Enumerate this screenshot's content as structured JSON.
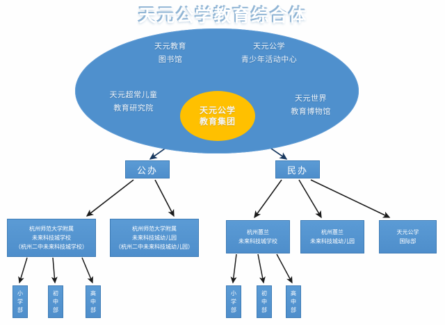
{
  "title": "天元公学教育综合体",
  "hub": {
    "core": {
      "line1": "天元公学",
      "line2": "教育集团"
    },
    "labels": [
      {
        "name": "tianyuan-education-library",
        "line1": "天元教育",
        "line2": "图书馆"
      },
      {
        "name": "tianyuan-youth-center",
        "line1": "天元公学",
        "line2": "青少年活动中心"
      },
      {
        "name": "gifted-children-institute",
        "line1": "天元超常儿童",
        "line2": "教育研究院"
      },
      {
        "name": "world-education-museum",
        "line1": "天元世界",
        "line2": "教育博物馆"
      }
    ]
  },
  "tier2": [
    {
      "name": "public",
      "label": "公办"
    },
    {
      "name": "private",
      "label": "民办"
    }
  ],
  "schools": [
    {
      "name": "hznu-affiliated-future-sci-tech-city-school",
      "line1": "杭州师范大学附属",
      "line2": "未来科技城学校",
      "line3": "（杭州二中未来科技城学校）"
    },
    {
      "name": "hznu-affiliated-future-sci-tech-city-kindergarten",
      "line1": "杭州师范大学附属",
      "line2": "未来科技城幼儿园",
      "line3": "（杭州二中未来科技城幼儿园）"
    },
    {
      "name": "hangzhou-huilan-future-sci-tech-city-school",
      "line1": "杭州蕙兰",
      "line2": "未来科技城学校",
      "line3": ""
    },
    {
      "name": "hangzhou-huilan-future-sci-tech-city-kindergarten",
      "line1": "杭州蕙兰",
      "line2": "未来科技城幼儿园",
      "line3": ""
    },
    {
      "name": "tianyuan-gongxue-international-division",
      "line1": "天元公学",
      "line2": "国际部",
      "line3": ""
    }
  ],
  "departments_left": [
    {
      "name": "primary-department",
      "label": "小学部"
    },
    {
      "name": "middle-department",
      "label": "初中部"
    },
    {
      "name": "high-department",
      "label": "高中部"
    }
  ],
  "departments_right": [
    {
      "name": "primary-department",
      "label": "小学部"
    },
    {
      "name": "middle-department",
      "label": "初中部"
    },
    {
      "name": "high-department",
      "label": "高中部"
    }
  ],
  "colors": {
    "hub_ellipse": "#4f90cd",
    "core_ellipse": "#ffc000",
    "node_blue": "#5b9bd5",
    "arrow_navy": "#17375e",
    "arrow_black": "#1a1a1a",
    "title_gradient": "#9dc0de"
  }
}
